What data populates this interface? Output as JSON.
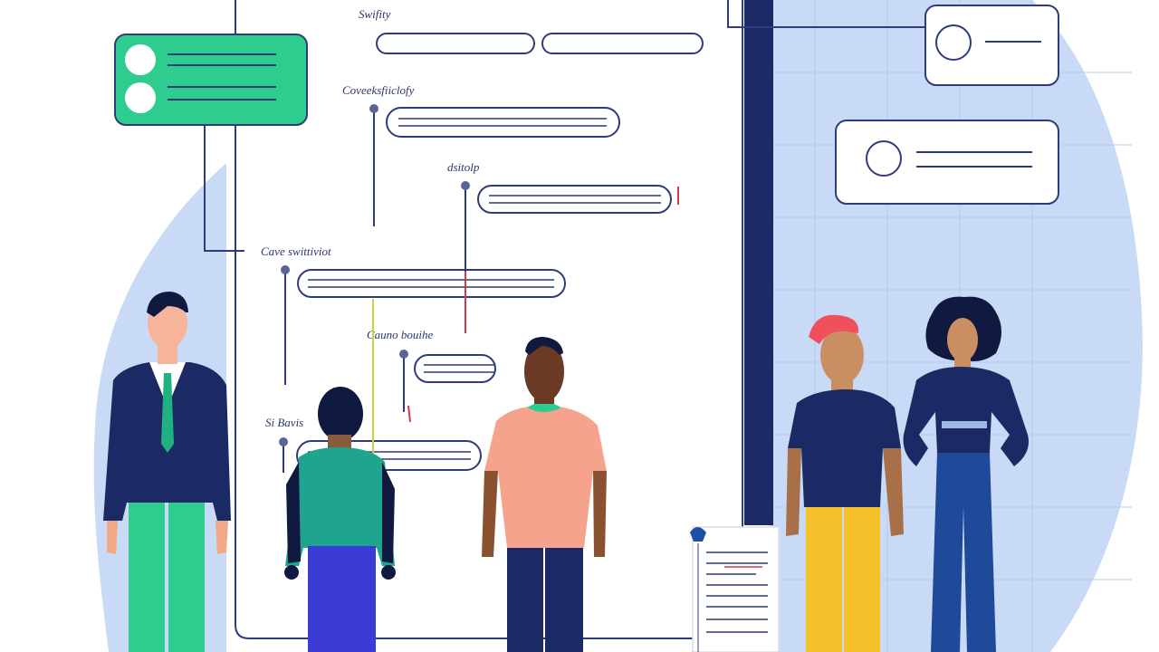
{
  "labels": {
    "top": "Swifity",
    "second": "Coveeksfiiclofy",
    "third": "dsitolp",
    "fourth": "Cave swittiviot",
    "fifth": "Cauno bouihe",
    "sixth": "Si Bavis"
  },
  "colors": {
    "navy": "#1b2a64",
    "outline": "#2f3b7a",
    "green": "#2ecc8e",
    "blob": "#c9daf6",
    "accent_red": "#d23a48",
    "accent_yellow": "#c9d43a"
  },
  "icons": {
    "person_suit": "person-suit-icon",
    "person_child": "person-child-icon",
    "person_pink": "person-pink-shirt-icon",
    "person_red_hair": "person-red-hair-icon",
    "person_woman": "person-woman-icon",
    "document": "document-icon",
    "user_card": "user-card-icon"
  }
}
